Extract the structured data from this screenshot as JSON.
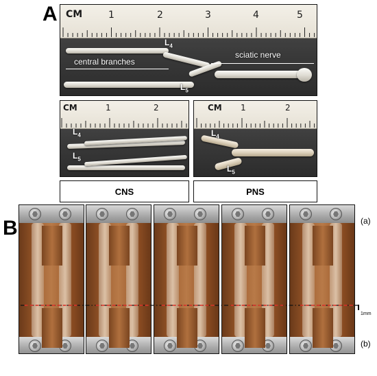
{
  "panel_a": {
    "letter": "A",
    "top_photo": {
      "ruler_unit": "CM",
      "ruler_numbers": [
        "1",
        "2",
        "3",
        "4",
        "5"
      ],
      "label_l4": "L",
      "label_l4_sub": "4",
      "label_l5": "L",
      "label_l5_sub": "5",
      "label_central": "central branches",
      "label_sciatic": "sciatic nerve"
    },
    "cns_photo": {
      "ruler_unit": "CM",
      "ruler_numbers": [
        "1",
        "2"
      ],
      "label_l4": "L",
      "label_l4_sub": "4",
      "label_l5": "L",
      "label_l5_sub": "5"
    },
    "pns_photo": {
      "ruler_unit": "CM",
      "ruler_numbers": [
        "1",
        "2"
      ],
      "label_l4": "L",
      "label_l4_sub": "4",
      "label_l5": "L",
      "label_l5_sub": "5"
    },
    "caption_cns": "CNS",
    "caption_pns": "PNS"
  },
  "panel_b": {
    "letter": "B",
    "label_a": "(a)",
    "label_b": "(b)",
    "scale_label": "1mm"
  },
  "colors": {
    "dashed_black": "#111111",
    "dashed_red": "#e0342a"
  }
}
